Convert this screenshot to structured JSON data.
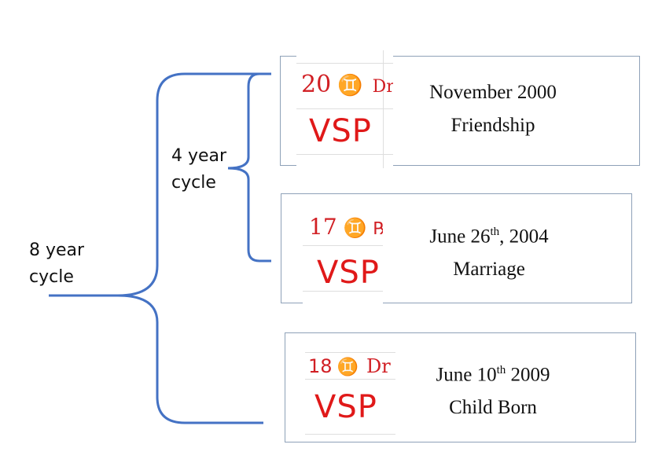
{
  "cycles": {
    "outer_line1": "8 year",
    "outer_line2": "cycle",
    "inner_line1": "4 year",
    "inner_line2": "cycle"
  },
  "colors": {
    "brace": "#4472c4",
    "box_border": "#8ea1b8",
    "vsp_red": "#e01919"
  },
  "events": [
    {
      "degree": "20",
      "sign_glyph": "♊",
      "motion": "Dr",
      "vsp": "VSP",
      "date_main": "November 2000",
      "description": "Friendship"
    },
    {
      "degree": "17",
      "sign_glyph": "♊",
      "motion": "℞",
      "vsp": "VSP",
      "date_pre": "June 26",
      "date_sup": "th",
      "date_post": ", 2004",
      "description": "Marriage"
    },
    {
      "degree": "18",
      "sign_glyph": "♊",
      "motion": "Dr",
      "vsp": "VSP",
      "date_pre": "June 10",
      "date_sup": "th",
      "date_post": " 2009",
      "description": "Child Born"
    }
  ]
}
